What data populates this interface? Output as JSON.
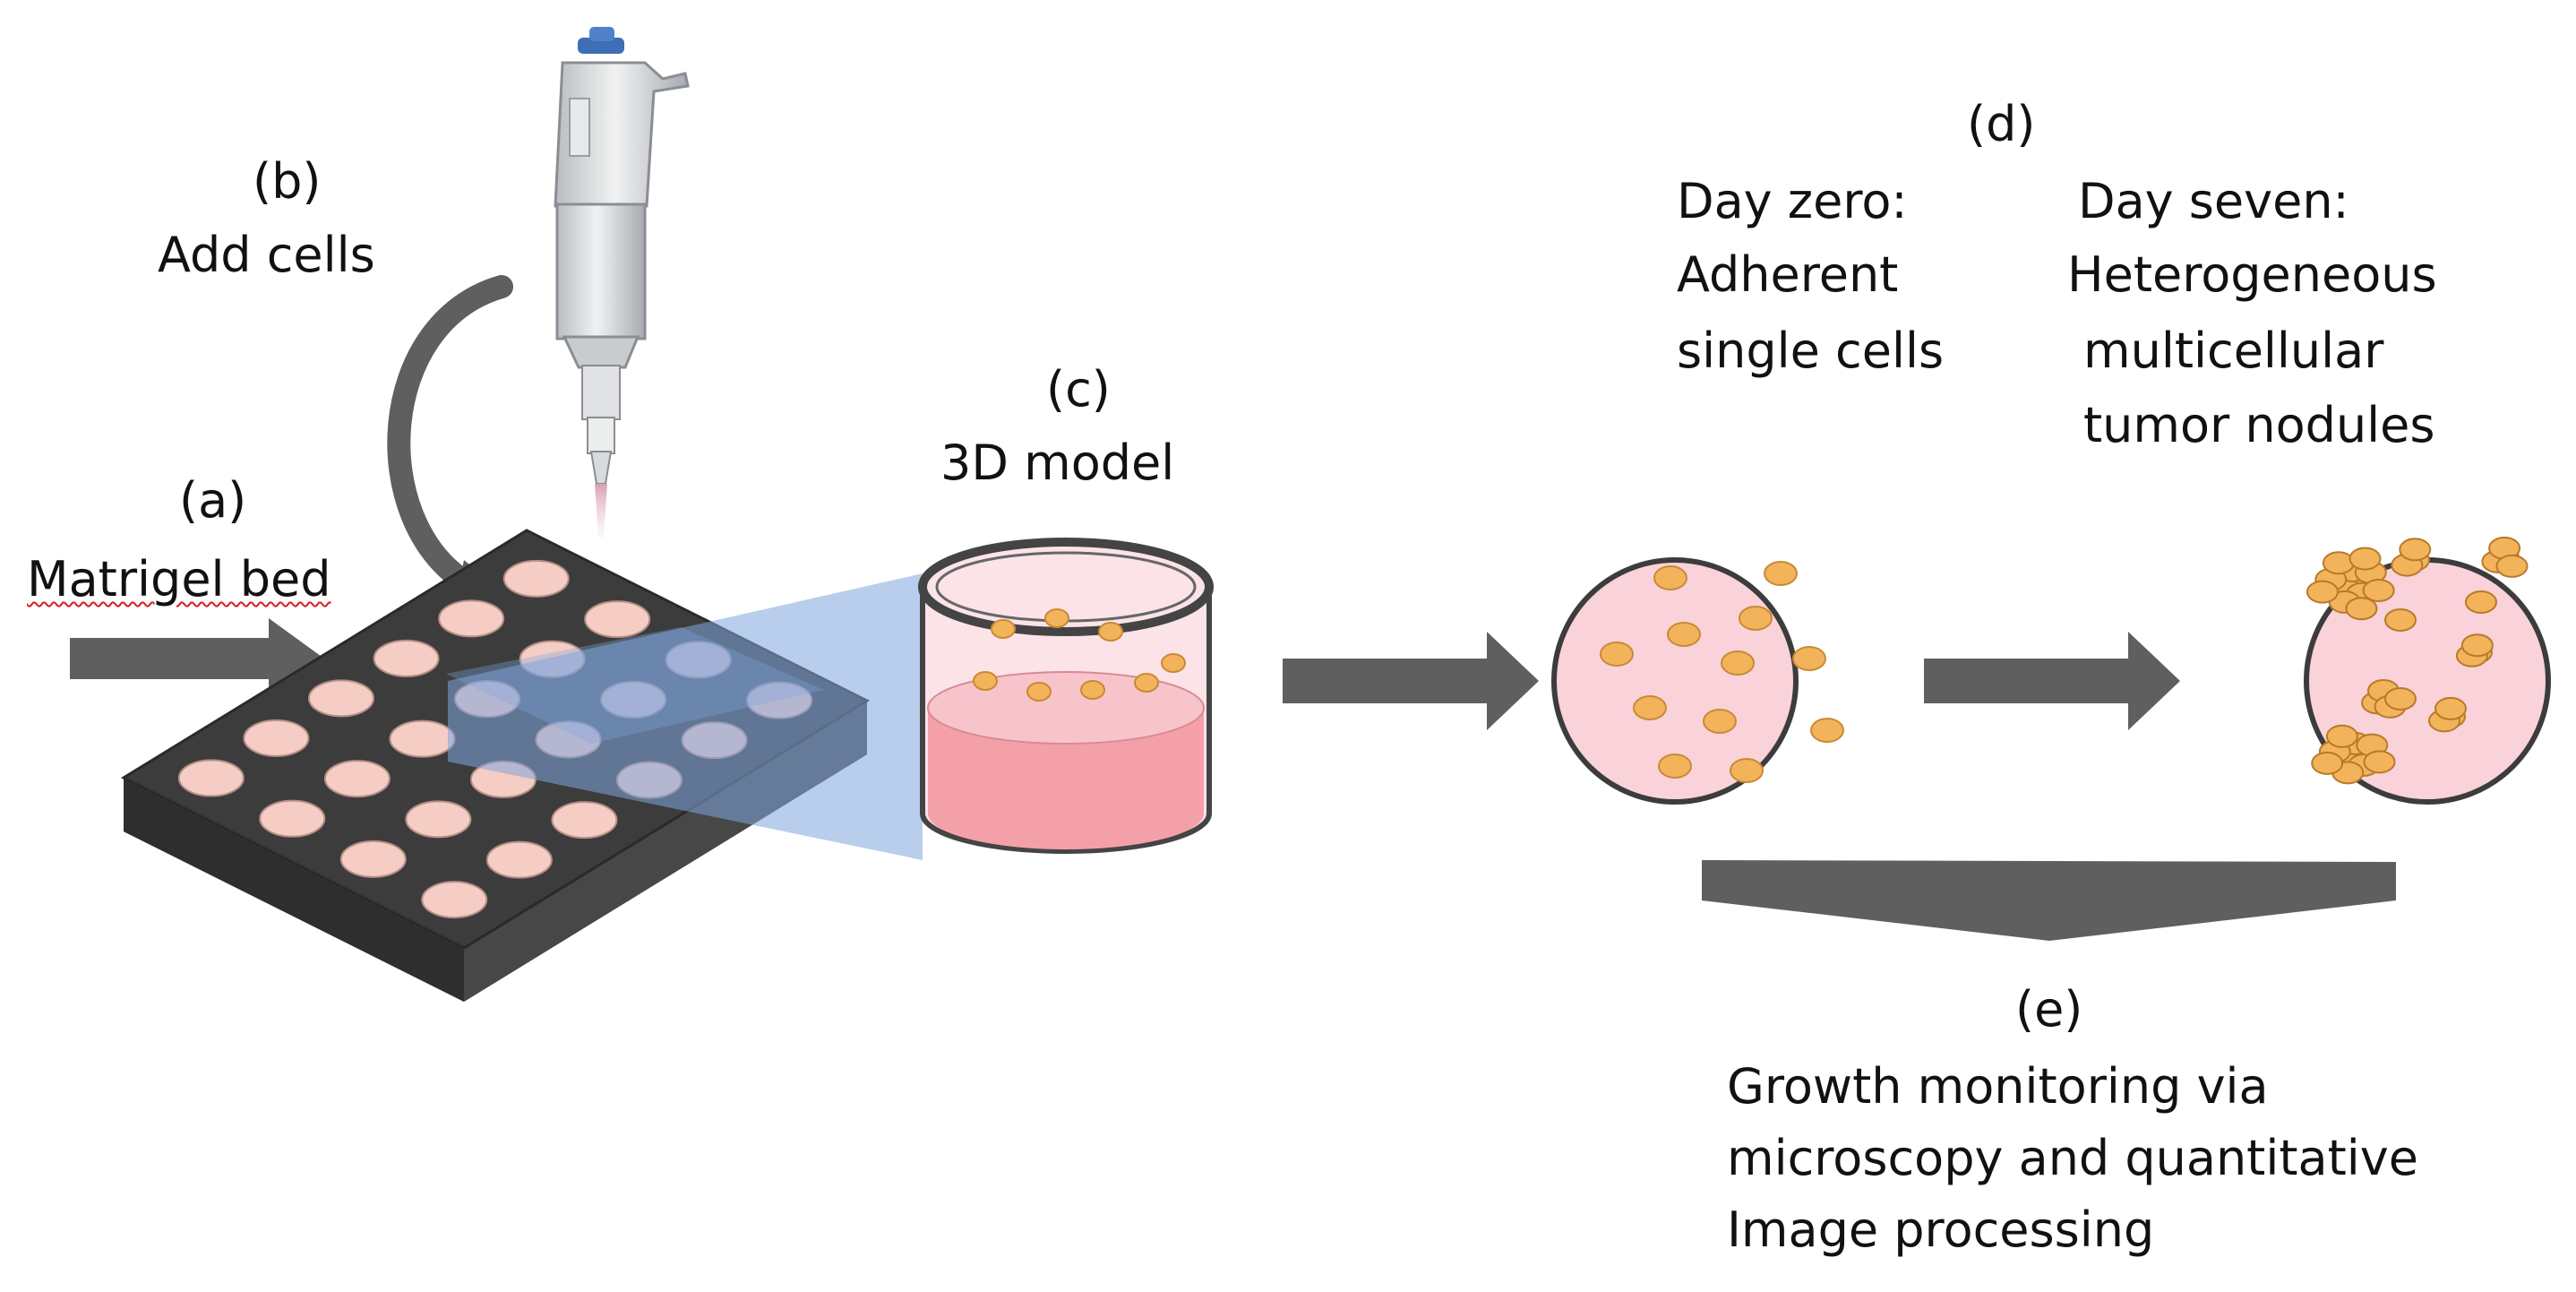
{
  "labels": {
    "a_tag": "(a)",
    "a_text": "Matrigel bed",
    "b_tag": "(b)",
    "b_text": "Add cells",
    "c_tag": "(c)",
    "c_text": "3D model",
    "d_tag": "(d)",
    "day0_line1": "Day zero:",
    "day0_line2": "Adherent",
    "day0_line3": "single cells",
    "day7_line1": "Day seven:",
    "day7_line2": "Heterogeneous",
    "day7_line3": "multicellular",
    "day7_line4": "tumor nodules",
    "e_tag": "(e)",
    "e_line1": "Growth monitoring via",
    "e_line2": "microscopy and quantitative",
    "e_line3": "Image processing"
  },
  "colors": {
    "well_pink": "#f5cdc4",
    "plate_dark": "#3c3c3c",
    "zoom_blue": "#7fa6dc",
    "media_pink": "#f4a0a8",
    "dish_pink": "#f9d2da",
    "cell_orange": "#f2b35a",
    "arrow_gray": "#5f5f5f"
  },
  "icons": [
    "pipette-icon",
    "well-plate-icon",
    "culture-well-icon",
    "petri-dish-icon"
  ]
}
